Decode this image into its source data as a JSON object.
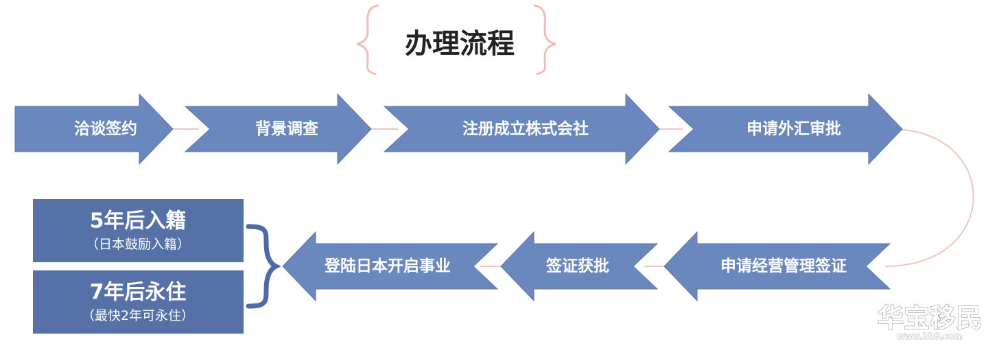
{
  "title": "办理流程",
  "colors": {
    "arrow_fill": "#6b88be",
    "arrow_stroke": "#5a76ab",
    "box_fill": "#5670a8",
    "connector": "#f2c4c0",
    "bracket": "#4d6aa6",
    "title_brace": "#f0bdb6"
  },
  "steps_row1": [
    {
      "label": "洽谈签约"
    },
    {
      "label": "背景调查"
    },
    {
      "label": "注册成立株式会社"
    },
    {
      "label": "申请外汇审批"
    }
  ],
  "steps_row2": [
    {
      "label": "申请经营管理签证"
    },
    {
      "label": "签证获批"
    },
    {
      "label": "登陆日本开启事业"
    }
  ],
  "outcomes": [
    {
      "title": "5年后入籍",
      "subtitle": "（日本鼓励入籍）"
    },
    {
      "title": "7年后永住",
      "subtitle": "（最快2年可永住）"
    }
  ],
  "watermark": {
    "text": "华宝移民",
    "url": "www.hb8.com"
  }
}
